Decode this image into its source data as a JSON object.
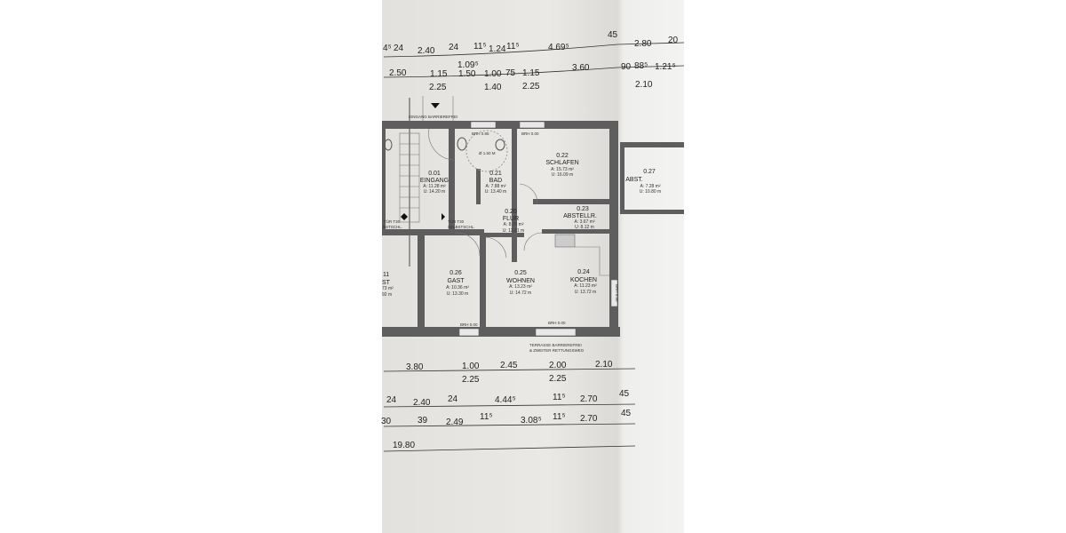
{
  "plan": {
    "top_dims_row1": [
      "4⁵",
      "24",
      "2.40",
      "24",
      "11⁵",
      "1.24",
      "11⁵",
      "4.69⁵",
      "45",
      "2.80",
      "20"
    ],
    "top_dims_row1_sub": [
      "1.09⁵"
    ],
    "top_dims_row2": [
      "2.50",
      "1.15",
      "1.50",
      "1.00",
      "75",
      "1.15",
      "3.60",
      "90",
      "88⁵",
      "1.21⁵"
    ],
    "top_dims_row3": [
      "2.25",
      "1.40",
      "2.25",
      "2.10"
    ],
    "bottom_dims_row1": [
      "3.80",
      "1.00",
      "2.45",
      "2.00",
      "2.10"
    ],
    "bottom_dims_row1_sub": [
      "2.25",
      "2.25"
    ],
    "bottom_dims_row2": [
      "24",
      "2.40",
      "24",
      "4.44⁵",
      "11⁵",
      "2.70",
      "45"
    ],
    "bottom_dims_row3": [
      "30",
      "39",
      "2.49",
      "11⁵",
      "3.08⁵",
      "11⁵",
      "2.70",
      "45"
    ],
    "bottom_dims_total": "19.80",
    "rooms": [
      {
        "no": "0.01",
        "name": "EINGANG",
        "area": "A: 11.28 m²",
        "perimeter": "U: 14.20 m"
      },
      {
        "no": "0.21",
        "name": "BAD",
        "area": "A: 7.88 m²",
        "perimeter": "U: 13.40 m"
      },
      {
        "no": "0.22",
        "name": "SCHLAFEN",
        "area": "A: 15.73 m²",
        "perimeter": "U: 16.09 m"
      },
      {
        "no": "0.27",
        "name": "ABST.",
        "area": "A: 7.28 m²",
        "perimeter": "U: 10.80 m"
      },
      {
        "no": "0.20",
        "name": "FLUR",
        "area": "A: 8.70 m²",
        "perimeter": "U: 12.81 m"
      },
      {
        "no": "0.23",
        "name": "ABSTELLR.",
        "area": "A: 3.67 m²",
        "perimeter": "U: 8.12 m"
      },
      {
        "no": "0.26",
        "name": "GAST",
        "area": "A: 10.36 m²",
        "perimeter": "U: 13.30 m"
      },
      {
        "no": "0.25",
        "name": "WOHNEN",
        "area": "A: 13.23 m²",
        "perimeter": "U: 14.72 m"
      },
      {
        "no": "0.24",
        "name": "KOCHEN",
        "area": "A: 11.23 m²",
        "perimeter": "U: 13.72 m"
      },
      {
        "no": "11",
        "name": "ST",
        "area": "73 m²",
        "perimeter": "92 m"
      }
    ],
    "notes": {
      "entrance": "EINGANG BARRIEREFREI",
      "brh_085": "BRH 0.85",
      "brh_000": "BRH 0.00",
      "turning_circle": "Ø 1.50 M",
      "door_t30": "TÜR T30",
      "self_closing": "SELBSTSCHL.",
      "self_closing_partial": "BSTSCHL.",
      "terrace_1": "TERRASSE BARRIEREFREI",
      "terrace_2": "& ZWEITER RETTUNGSWEG"
    }
  }
}
